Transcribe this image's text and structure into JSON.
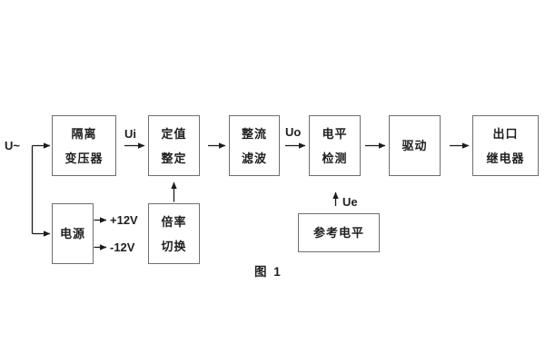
{
  "caption": "图 1",
  "colors": {
    "background": "#ffffff",
    "box_border": "#6f6f6f",
    "wire": "#1c1c1c",
    "text": "#1f1f1f"
  },
  "labels": {
    "input": "U~",
    "ui": "Ui",
    "uo": "Uo",
    "ue": "Ue",
    "plus_12v": "+12V",
    "minus_12v": "-12V"
  },
  "blocks": [
    {
      "name": "isolation-transformer",
      "lines": [
        "隔离",
        "变压器"
      ]
    },
    {
      "name": "setpoint-adjust",
      "lines": [
        "定值",
        "整定"
      ]
    },
    {
      "name": "rectifier-filter",
      "lines": [
        "整流",
        "滤波"
      ]
    },
    {
      "name": "level-detector",
      "lines": [
        "电平",
        "检测"
      ]
    },
    {
      "name": "driver",
      "lines": [
        "驱动"
      ]
    },
    {
      "name": "output-relay",
      "lines": [
        "出口",
        "继电器"
      ]
    },
    {
      "name": "power-supply",
      "lines": [
        "电源"
      ]
    },
    {
      "name": "ratio-switch",
      "lines": [
        "倍率",
        "切换"
      ]
    },
    {
      "name": "reference-level",
      "lines": [
        "参考电平"
      ]
    }
  ],
  "connections": [
    {
      "from": "input U~",
      "to": "isolation-transformer"
    },
    {
      "from": "input U~",
      "to": "power-supply"
    },
    {
      "from": "isolation-transformer",
      "to": "setpoint-adjust",
      "signal": "Ui"
    },
    {
      "from": "setpoint-adjust",
      "to": "rectifier-filter"
    },
    {
      "from": "rectifier-filter",
      "to": "level-detector",
      "signal": "Uo"
    },
    {
      "from": "level-detector",
      "to": "driver"
    },
    {
      "from": "driver",
      "to": "output-relay"
    },
    {
      "from": "ratio-switch",
      "to": "setpoint-adjust"
    },
    {
      "from": "reference-level",
      "to": "level-detector",
      "signal": "Ue"
    },
    {
      "from": "power-supply",
      "to": "+12V rail"
    },
    {
      "from": "power-supply",
      "to": "-12V rail"
    }
  ]
}
